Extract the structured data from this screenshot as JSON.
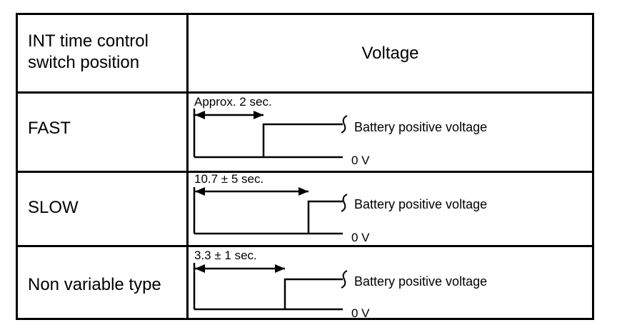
{
  "table": {
    "header": {
      "position_label_line1": "INT time control",
      "position_label_line2": "switch position",
      "voltage_label": "Voltage"
    },
    "rows": [
      {
        "position": "FAST",
        "duration": "Approx. 2 sec.",
        "high_label": "Battery positive voltage",
        "low_label": "0 V"
      },
      {
        "position": "SLOW",
        "duration": "10.7 ± 5 sec.",
        "high_label": "Battery positive voltage",
        "low_label": "0 V"
      },
      {
        "position": "Non variable type",
        "duration": "3.3 ± 1 sec.",
        "high_label": "Battery positive voltage",
        "low_label": "0 V"
      }
    ]
  }
}
